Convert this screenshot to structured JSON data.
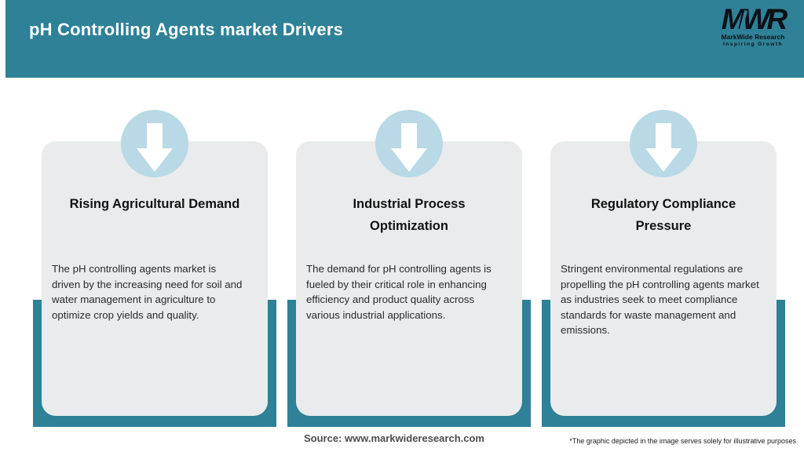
{
  "header": {
    "title": "pH Controlling Agents market Drivers",
    "logo": {
      "monogram": "MWR",
      "name": "MarkWide Research",
      "tagline": "Inspiring Growth"
    }
  },
  "cards": [
    {
      "title": "Rising Agricultural Demand",
      "description": "The pH controlling agents market is\ndriven by the increasing need for soil and\nwater management in agriculture to\noptimize crop yields and quality."
    },
    {
      "title": "Industrial Process\nOptimization",
      "description": "The demand for pH controlling agents is\nfueled by their critical role in enhancing\nefficiency and product quality across\nvarious industrial applications."
    },
    {
      "title": "Regulatory Compliance\nPressure",
      "description": "Stringent environmental regulations are\npropelling the pH controlling agents market\nas industries seek to meet compliance\nstandards for waste management and\nemissions."
    }
  ],
  "footer": {
    "source": "Source: www.markwideresearch.com",
    "disclaimer": "*The graphic depicted in the image serves solely for illustrative purposes"
  },
  "colors": {
    "teal": "#2E8197",
    "badge_blue": "#B9D9E6",
    "card_gray": "#E9EBEC"
  }
}
